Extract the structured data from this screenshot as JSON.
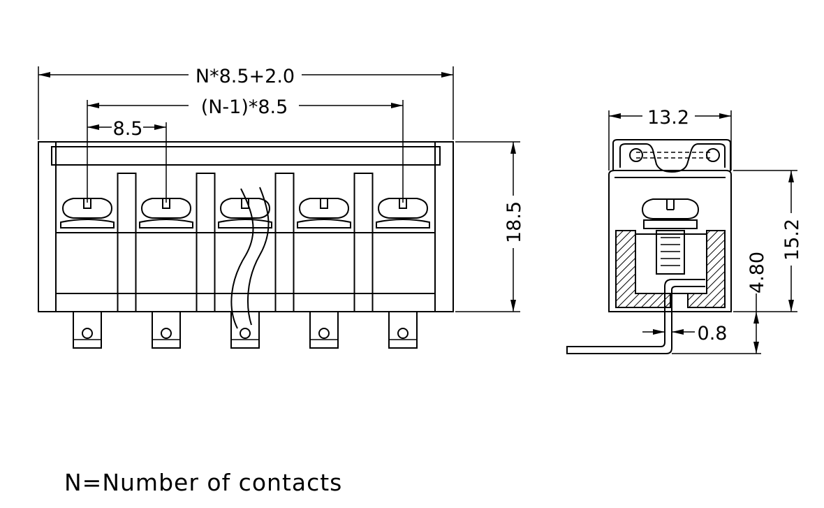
{
  "front_view": {
    "overall_width_label": "N*8.5+2.0",
    "pitch_span_label": "(N-1)*8.5",
    "pitch_label": "8.5",
    "height_label": "18.5",
    "contact_count_shown": 5
  },
  "side_view": {
    "width_label": "13.2",
    "body_height_label": "15.2",
    "pin_offset_label": "4.80",
    "pin_thickness_label": "0.8"
  },
  "note": "N=Number of contacts"
}
